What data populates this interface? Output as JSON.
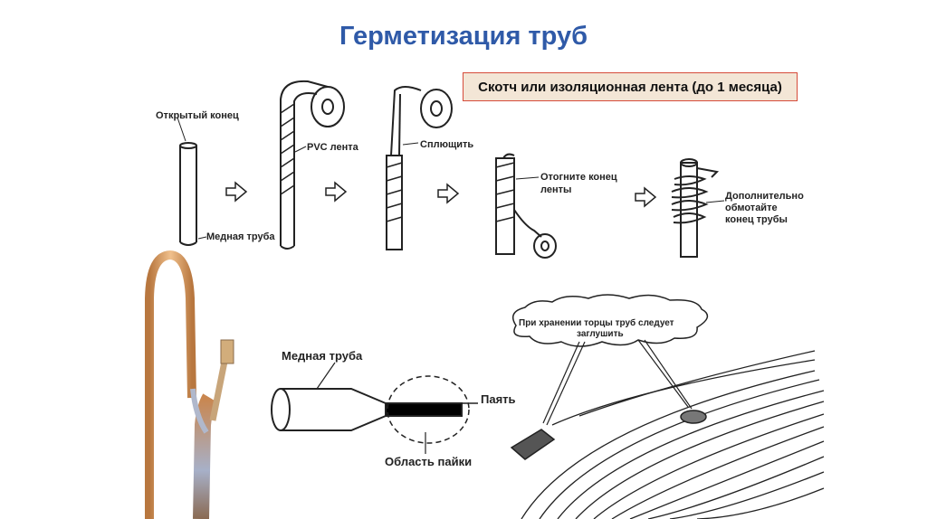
{
  "title": "Герметизация труб",
  "note_box": "Скотч или изоляционная лента (до 1 месяца)",
  "steps": {
    "open_end": "Открытый конец",
    "copper_pipe": "Медная труба",
    "pvc_tape": "PVC лента",
    "flatten": "Сплющить",
    "fold_end_line1": "Отогните конец",
    "fold_end_line2": "ленты",
    "wrap_line1": "Дополнительно",
    "wrap_line2": "обмотайте",
    "wrap_line3": "конец трубы"
  },
  "solder": {
    "copper_pipe": "Медная труба",
    "solder": "Паять",
    "solder_area": "Область пайки"
  },
  "storage": {
    "line1": "При хранении торцы  труб следует",
    "line2": "заглушить"
  },
  "colors": {
    "title": "#2f5aa8",
    "note_border": "#d64b3a",
    "note_fill": "#f3e6d6",
    "copper": "#d9a06b"
  }
}
